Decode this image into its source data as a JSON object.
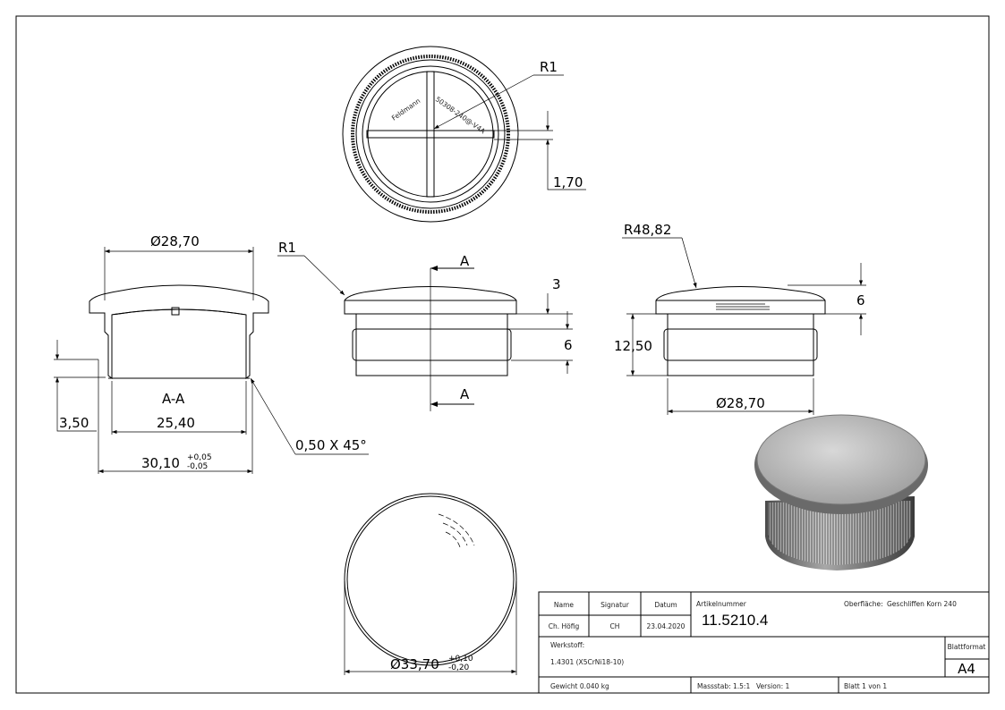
{
  "views": {
    "top": {
      "radius_label": "R1",
      "rib_width": "1,70",
      "engraving_1": "Feldmann",
      "engraving_2": "50308-240@-V4A"
    },
    "section": {
      "diameter": "Ø28,70",
      "inner_width": "25,40",
      "outer_width": "30,10",
      "tol_upper": "+0,05",
      "tol_lower": "-0,05",
      "step_height": "3,50",
      "chamfer": "0,50 X 45°",
      "section_label": "A-A"
    },
    "front": {
      "radius_label": "R1",
      "cut_label_top": "A",
      "cut_label_bottom": "A",
      "rim_height": "3",
      "knurl_height": "6"
    },
    "side": {
      "radius_label": "R48,82",
      "dome_height": "6",
      "body_height": "12,50",
      "diameter": "Ø28,70"
    },
    "bottom": {
      "diameter": "Ø33,70",
      "tol_upper": "+0,10",
      "tol_lower": "-0,20"
    }
  },
  "title_block": {
    "name_header": "Name",
    "signatur_header": "Signatur",
    "datum_header": "Datum",
    "name": "Ch. Höfig",
    "signatur": "CH",
    "datum": "23.04.2020",
    "artikelnummer_label": "Artikelnummer",
    "artikelnummer": "11.5210.4",
    "oberflaeche_label": "Oberfläche:",
    "oberflaeche": "Geschliffen Korn 240",
    "werkstoff_label": "Werkstoff:",
    "werkstoff": "1.4301 (X5CrNi18-10)",
    "blattformat_label": "Blattformat",
    "blattformat": "A4",
    "gewicht": "Gewicht 0.040 kg",
    "massstab": "Massstab: 1.5:1",
    "version": "Version: 1",
    "blatt": "Blatt 1 von 1"
  },
  "colors": {
    "line": "#000000",
    "render_light": "#c9c9c9",
    "render_dark": "#555555"
  }
}
